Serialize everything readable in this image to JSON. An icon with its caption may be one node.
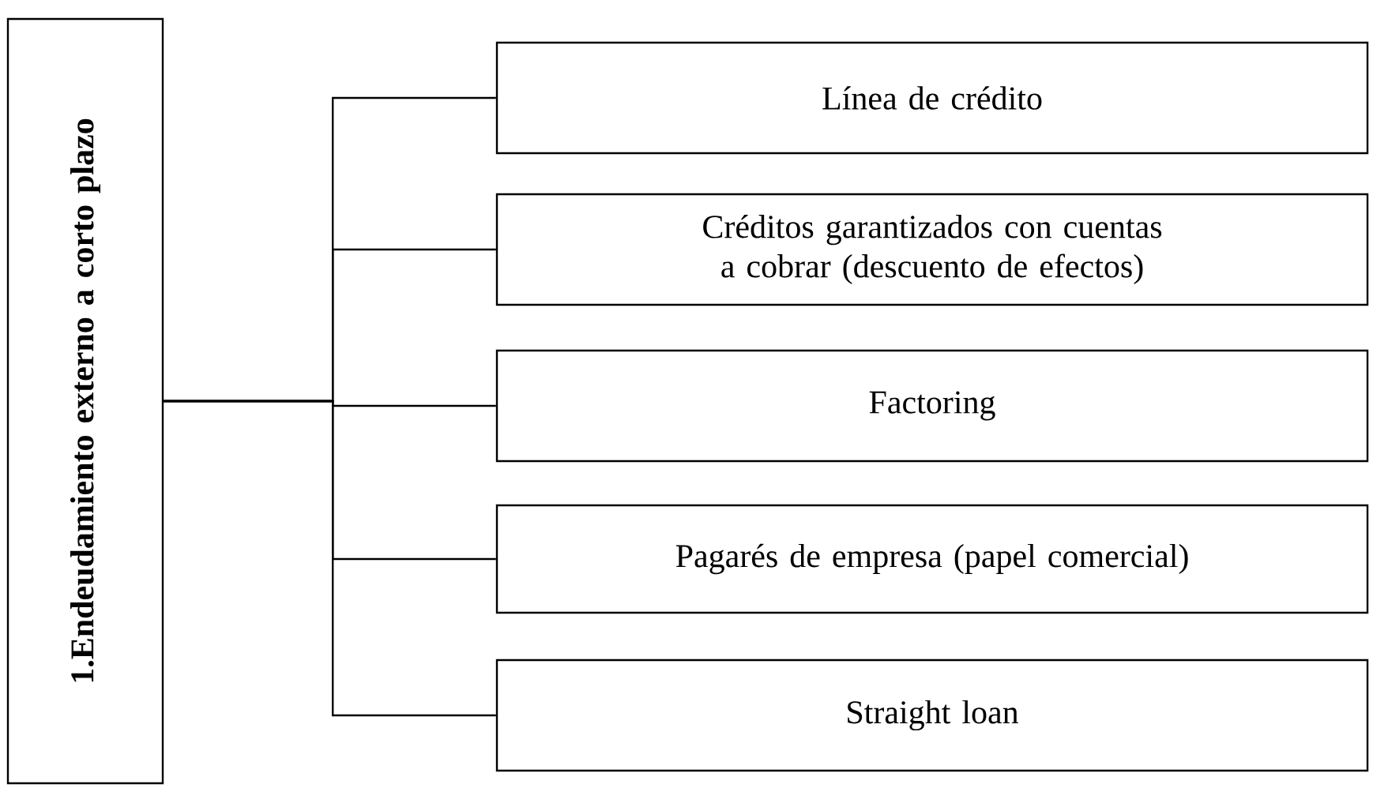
{
  "diagram": {
    "nodes": [
      {
        "text": [
          "1.Endeudamiento externo a corto plazo"
        ]
      },
      {
        "text": [
          "Línea de crédito"
        ]
      },
      {
        "text": [
          "Créditos garantizados con cuentas a cobrar (descuento de efectos)"
        ]
      },
      {
        "text": [
          "Factoring"
        ]
      },
      {
        "text": [
          "Pagarés de empresa (papel comercial)"
        ]
      },
      {
        "text": [
          "Straight loan"
        ]
      }
    ],
    "edges": [
      {
        "from": 0,
        "to": 1,
        "arrow": "none"
      },
      {
        "from": 0,
        "to": 2,
        "arrow": "none"
      },
      {
        "from": 0,
        "to": 3,
        "arrow": "none"
      },
      {
        "from": 0,
        "to": 4,
        "arrow": "none"
      },
      {
        "from": 0,
        "to": 5,
        "arrow": "none"
      }
    ]
  }
}
